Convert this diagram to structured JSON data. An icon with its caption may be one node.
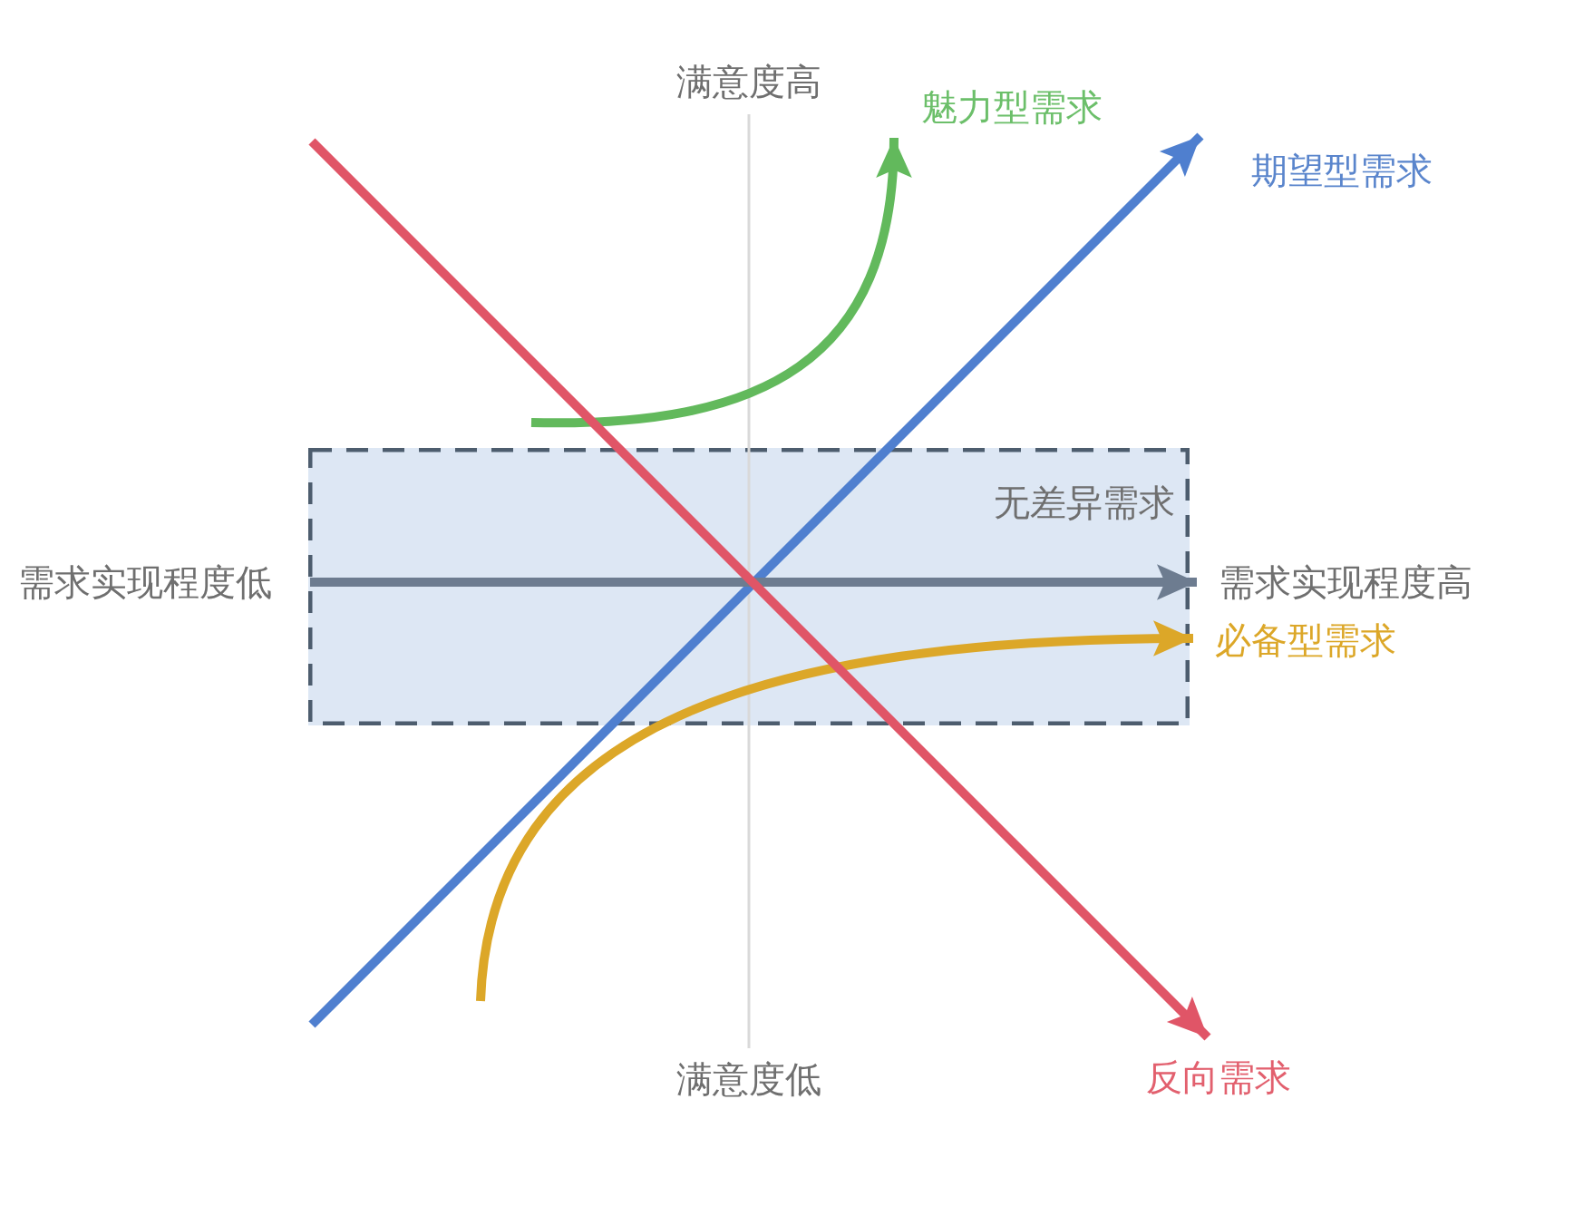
{
  "diagram": {
    "nodes": [
      {
        "text": [
          "魅力型需求"
        ]
      },
      {
        "text": [
          "期望型需求"
        ]
      },
      {
        "text": [
          "无差异需求"
        ]
      },
      {
        "text": [
          "需求实现程度高"
        ]
      },
      {
        "text": [
          "必备型需求"
        ]
      },
      {
        "text": [
          "反向需求"
        ]
      }
    ],
    "edges": [
      {
        "from": null,
        "to": 0,
        "arrow": "to",
        "color": "#62b95c"
      },
      {
        "from": null,
        "to": 1,
        "arrow": "to",
        "color": "#4f7fcf"
      },
      {
        "from": 2,
        "to": 3,
        "arrow": "to",
        "color": "#6d7c90"
      },
      {
        "from": null,
        "to": 4,
        "arrow": "to",
        "color": "#dca728"
      },
      {
        "from": null,
        "to": 5,
        "arrow": "to",
        "color": "#e05567"
      }
    ],
    "labels": [
      "满意度高",
      "需求实现程度低",
      "满意度低"
    ]
  }
}
